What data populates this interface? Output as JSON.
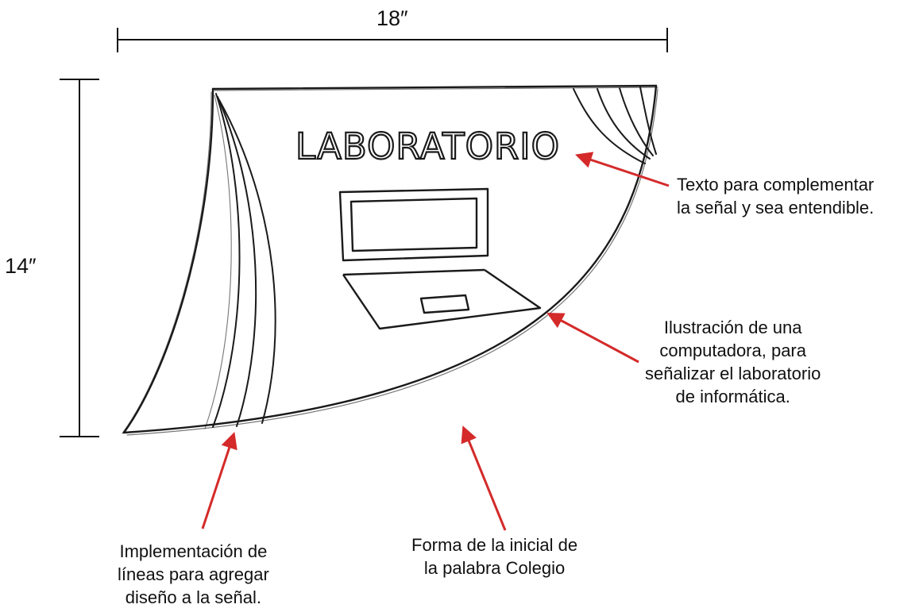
{
  "dimensions": {
    "width_label": "18″",
    "height_label": "14″"
  },
  "sign": {
    "title": "LABORATORIO",
    "illustration_icon": "laptop-icon"
  },
  "annotations": {
    "text_note": {
      "lines": [
        "Texto para complementar",
        "la señal y sea entendible."
      ]
    },
    "illustration_note": {
      "lines": [
        "Ilustración de una",
        "computadora, para",
        "señalizar el laboratorio",
        "de informática."
      ]
    },
    "lines_note": {
      "lines": [
        "Implementación de",
        "líneas para agregar",
        "diseño a la señal."
      ]
    },
    "shape_note": {
      "lines": [
        "Forma de la inicial de",
        "la palabra Colegio"
      ]
    }
  },
  "colors": {
    "arrow": "#d42a2a",
    "sketch": "#1a1a1a",
    "text": "#111111"
  }
}
